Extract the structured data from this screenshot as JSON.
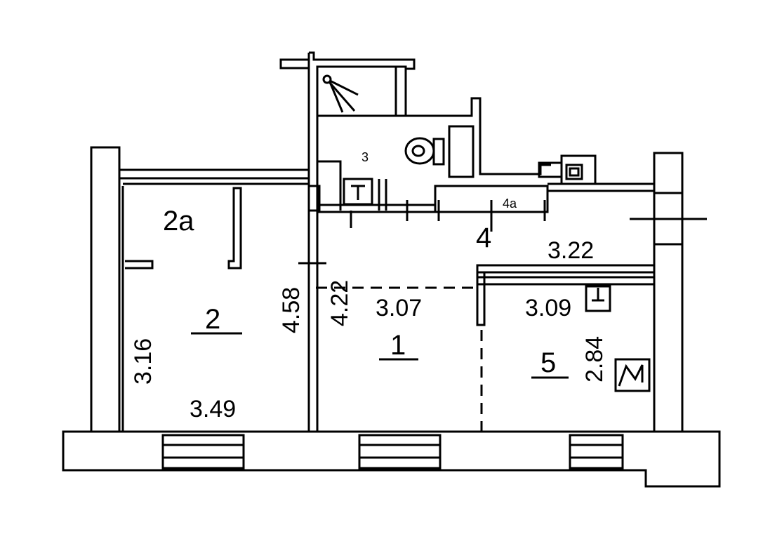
{
  "rooms": {
    "r1": "1",
    "r2": "2",
    "r2a": "2a",
    "r3": "3",
    "r4": "4",
    "r4a": "4a",
    "r5": "5"
  },
  "dimensions": {
    "d349": "3.49",
    "d316": "3.16",
    "d458": "4.58",
    "d422": "4.22",
    "d307": "3.07",
    "d322": "3.22",
    "d309": "3.09",
    "d284": "2.84"
  },
  "fixture_icons": [
    "shower-icon",
    "toilet-icon",
    "sink-icon",
    "washbasin-icon",
    "stove-icon",
    "radiator-icon",
    "chimney-icon"
  ]
}
